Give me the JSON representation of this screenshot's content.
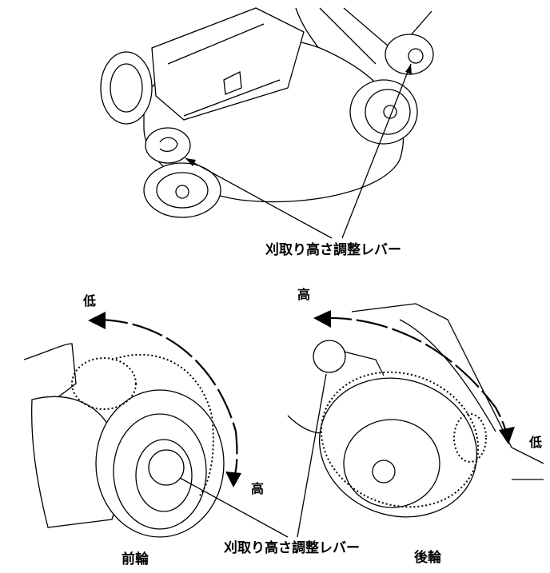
{
  "labels": {
    "top_callout": "刈取り高さ調整レバー",
    "bottom_callout": "刈取り高さ調整レバー",
    "front_low": "低",
    "front_high": "高",
    "rear_high": "高",
    "rear_low": "低",
    "front_wheel": "前輪",
    "rear_wheel": "後輪"
  }
}
